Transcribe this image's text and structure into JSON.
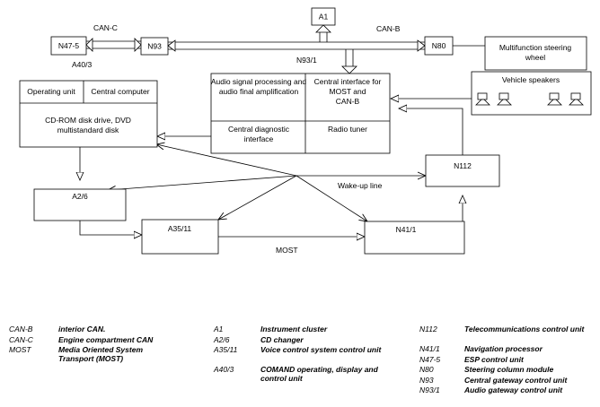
{
  "blocks": {
    "a1": "A1",
    "n475": "N47-5",
    "n93": "N93",
    "n80": "N80",
    "steering_wheel": "Multifunction steering wheel",
    "vehicle_speakers": "Vehicle speakers",
    "operating_unit": "Operating unit",
    "central_computer": "Central computer",
    "cdrom": "CD-ROM disk drive, DVD multistandard disk drive",
    "audio_proc": "Audio signal processing and audio final amplification",
    "central_iface": "Central interface for MOST and CAN-B",
    "central_diag": "Central diagnostic interface",
    "radio_tuner": "Radio tuner",
    "n112": "N112",
    "a26": "A2/6",
    "a3511": "A35/11",
    "n411": "N41/1"
  },
  "labels": {
    "can_c": "CAN-C",
    "can_b": "CAN-B",
    "a403": "A40/3",
    "n931": "N93/1",
    "wakeup": "Wake-up line",
    "most": "MOST"
  },
  "legend": {
    "col1": [
      {
        "key": "CAN-B",
        "value": "interior CAN."
      },
      {
        "key": "CAN-C",
        "value": "Engine compartment CAN"
      },
      {
        "key": "MOST",
        "value": "Media Oriented System Transport (MOST)"
      }
    ],
    "col2": [
      {
        "key": "A1",
        "value": "Instrument cluster"
      },
      {
        "key": "A2/6",
        "value": "CD changer"
      },
      {
        "key": "A35/11",
        "value": "Voice control system control unit"
      },
      {
        "key": "A40/3",
        "value": "COMAND operating, display and control unit"
      }
    ],
    "col3": [
      {
        "key": "N112",
        "value": "Telecommunications control unit"
      },
      {
        "key": "N41/1",
        "value": "Navigation processor"
      },
      {
        "key": "N47-5",
        "value": "ESP control unit"
      },
      {
        "key": "N80",
        "value": "Steering column module"
      },
      {
        "key": "N93",
        "value": "Central gateway control unit"
      },
      {
        "key": "N93/1",
        "value": "Audio gateway control unit"
      }
    ]
  }
}
